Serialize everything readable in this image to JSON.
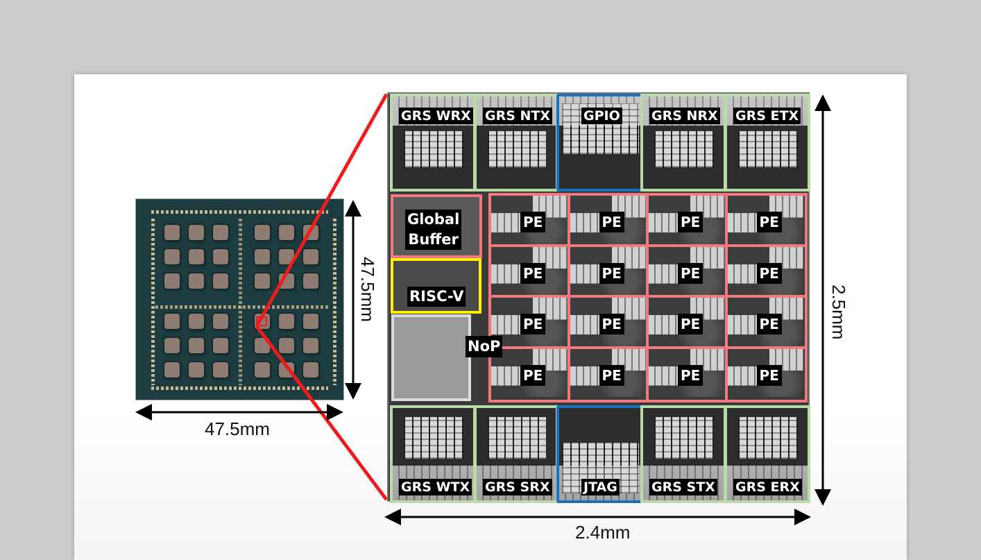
{
  "package": {
    "die_rows": 6,
    "die_cols": 6,
    "width_label": "47.5mm",
    "height_label": "47.5mm"
  },
  "dieshot": {
    "width_label": "2.4mm",
    "height_label": "2.5mm",
    "top_row": [
      "GRS WRX",
      "GRS NTX",
      "GPIO",
      "GRS NRX",
      "GRS ETX"
    ],
    "bottom_row": [
      "GRS WTX",
      "GRS SRX",
      "JTAG",
      "GRS STX",
      "GRS ERX"
    ],
    "global_buffer": "Global\nBuffer",
    "global_buffer_lines": [
      "Global",
      "Buffer"
    ],
    "riscv": "RISC-V",
    "nop": "NoP",
    "pe_label": "PE",
    "pe_grid": {
      "rows": 4,
      "cols": 4
    }
  },
  "colors": {
    "zoom_lines": "#ee1c1c",
    "grs_frame": "#b9dba8",
    "io_frame": "#1a6fbf",
    "pe_frame": "#f07a7f",
    "riscv_frame": "#ffef00",
    "background": "#cccccc",
    "slide": "#ffffff"
  }
}
